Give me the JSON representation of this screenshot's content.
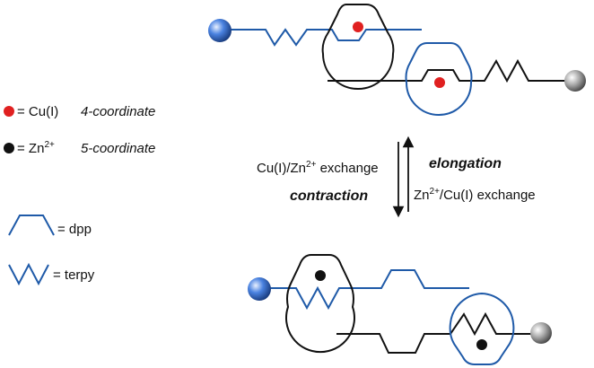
{
  "legend": {
    "cu": {
      "symbol": "= Cu(I)",
      "description": "4-coordinate",
      "color": "#e02020"
    },
    "zn": {
      "symbol_base": "= Zn",
      "symbol_sup": "2+",
      "description": "5-coordinate",
      "color": "#111111"
    },
    "dpp": {
      "label": "= dpp"
    },
    "terpy": {
      "label": "= terpy"
    }
  },
  "process": {
    "left_label_a": "Cu(I)/Zn",
    "left_label_sup": "2+",
    "left_label_b": " exchange",
    "right_label_a": "Zn",
    "right_label_sup": "2+",
    "right_label_b": "/Cu(I) exchange",
    "forward": "elongation",
    "reverse": "contraction"
  },
  "colors": {
    "blue": "#1f5aa8",
    "black": "#111111",
    "red": "#e02020",
    "stopper_blue": "#3f78d8",
    "stopper_grey": "#9a9a9a"
  }
}
